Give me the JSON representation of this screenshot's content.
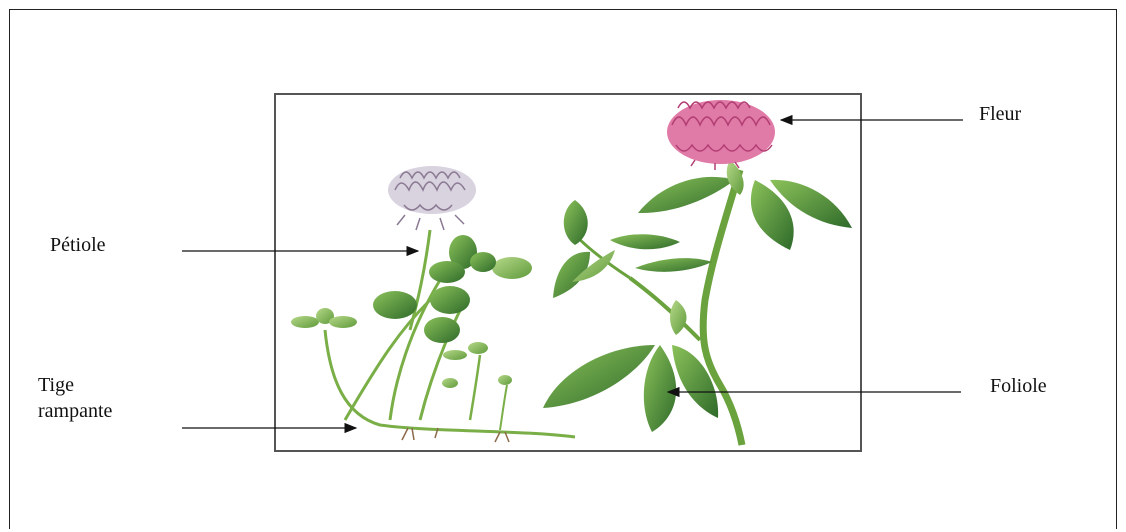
{
  "diagram": {
    "labels": {
      "fleur": "Fleur",
      "petiole": "Pétiole",
      "tige_line1": "Tige",
      "tige_line2": "rampante",
      "foliole": "Foliole"
    },
    "colors": {
      "frame": "#222222",
      "leaf_dark": "#2f6b2a",
      "leaf_light": "#7cb24a",
      "stem": "#6aa23d",
      "flower_pink": "#e07aa6",
      "flower_white": "#e8e4ec"
    }
  }
}
